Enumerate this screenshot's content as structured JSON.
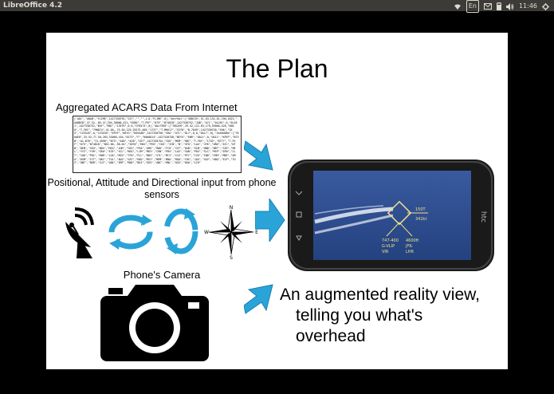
{
  "window": {
    "app_title": "LibreOffice 4.2"
  },
  "tray": {
    "items": [
      {
        "icon": "wifi-icon"
      },
      {
        "label": "En"
      },
      {
        "icon": "mail-icon"
      },
      {
        "icon": "battery-icon"
      },
      {
        "icon": "volume-icon"
      },
      {
        "label": "11:46"
      },
      {
        "icon": "gear-icon"
      }
    ]
  },
  "slide": {
    "title": "The Plan",
    "acars_label": "Aggregated ACARS Data From Internet",
    "acars_text": "[\"ADC\",\"ABAB\",\"FLIME\",1427330795,\"257\",\"\",\"\",1.0,\"FLIME\",0],\"4ecf9a1\":[\"38BC55\",51.03,134.01,190,1825,\"-AABBCB\",37.52,-85.47,294,38000,421,\"0280\",\"T-PVF\",\"075\",\"B74820\",1427330752,\"JAB\",\"A7L\",\"0L201\",0,\"0L201\",1427330752,\"B4Y\",\"RBC\",\"1357R\",0.0,\"CPA573\",0],\"4bc7399\":[\"78G2E0\",29.42,122.63,179,35000,426,\"0000\",\"T-F6C\",\"79N674\",41.00,-75.50,129,25575,409,\"1737\",\"T-MH617\",\"5378\",\"B-7849\",1427330750,\"SHA\",\"CKG\",\"CZ3545\",0,\"CZ3545\",\"KPVF\",\"BEYG\",\"N394AB\",1427330758,\"SHA\",\"ATL\",\"DL7\",0,0,\"DAL7\",0],\"4ea9d58a\":[\"780AE0\",33.52,77.50,263,33000,416,\"0273\",\"F\",\"N400814\",1427330756,\"BEYG\",\"EWR\",\"UA11\",0,\"UA11\",\"KPVF\",\"B73W\",\"A1-B76\",\"74.4998\",\"B73\",\"A4B\",\"ACB\",\"CDT\",1427330754,\"CDG\",\"MKM\",\"RBC\",\"T-F6C\",\"1755\",\"B777\",\"T-PVF\",\"075\",\"B74820\",\"N52.86,-98.64\",\"5878\",\"HKG\",\"PEK\",\"CKG\",\"ICN\",\"N\",\"SFO\",\"LAX\",\"JFK\",\"ORD\",\"ATL\",\"DFW\",\"DEN\",\"SEA\",\"BOS\",\"MIA\",\"LHR\",\"CDG\",\"FRA\",\"AMS\",\"MAD\",\"FCO\",\"IST\",\"DXB\",\"SIN\",\"HND\",\"NRT\",\"SYD\",\"MEL\",\"YYZ\",\"YVR\",\"GRU\",\"EZE\",\"SCL\",\"BOG\",\"LIM\",\"MEX\",\"CUN\",\"PHX\",\"LAS\",\"SAN\",\"PDX\",\"SLC\",\"MSP\",\"DTW\",\"CLT\",\"IAD\",\"PHL\",\"EWR\",\"LGA\",\"MCO\",\"TPA\",\"FLL\",\"BWI\",\"STL\",\"MCI\",\"CLE\",\"PIT\",\"CVG\",\"IND\",\"CMH\",\"MKE\",\"OMA\",\"DSM\",\"ICT\",\"OKC\",\"TUL\",\"AUS\",\"SAT\",\"HOU\",\"MSY\",\"MEM\",\"BNA\",\"RDU\",\"CHS\",\"JAX\",\"SAV\",\"ABQ\",\"ELP\",\"TUS\",\"ONT\",\"BUR\",\"SJC\",\"OAK\",\"SMF\",\"RNO\",\"BOI\",\"GEG\",\"ANC\",\"HNL\",\"OGG\",\"KOA\",\"LIH\"",
    "sensors_label": "Positional, Attitude and Directional input from phone sensors",
    "camera_label": "Phone's Camera",
    "result_lines": [
      "An augmented reality view,",
      "telling you what's",
      "overhead"
    ],
    "phone_screen": {
      "brand": "htc",
      "overlay_line1": "150T",
      "overlay_line2": "342kt",
      "left_line1": "747-400",
      "left_line2": "G-VLIP",
      "left_line3": "VIR",
      "right_line1": "4600ft",
      "right_line2": "JFK-",
      "right_line3": "LHR"
    },
    "compass_letters": {
      "n": "N",
      "s": "S",
      "e": "E",
      "w": "W"
    },
    "colors": {
      "arrow": "#2aa4d8",
      "screen": "#2a4a8e",
      "sky": "#3b5fa8"
    }
  }
}
